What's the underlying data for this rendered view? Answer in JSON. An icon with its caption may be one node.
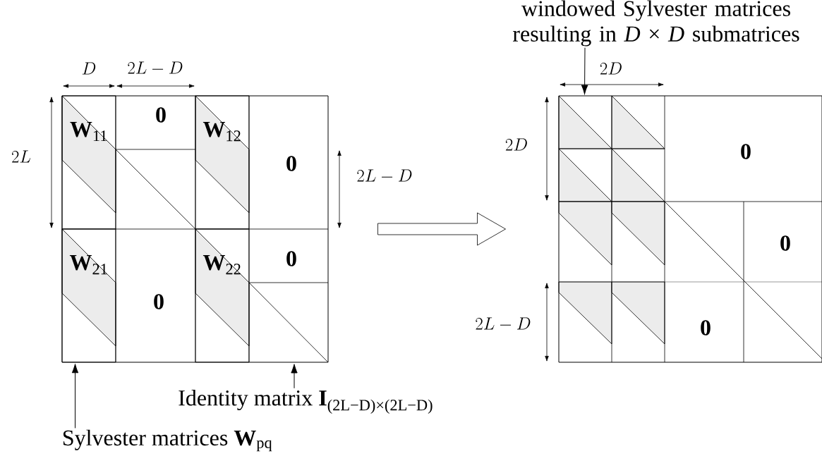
{
  "diagram": {
    "nodes": [
      {
        "text": [],
        "shape": "box"
      },
      {
        "text": [
          "**W**$_{11}$"
        ],
        "in": 0
      },
      {
        "text": [
          "**W**$_{12}$"
        ],
        "in": 0
      },
      {
        "text": [
          "**W**$_{21}$"
        ],
        "in": 0
      },
      {
        "text": [
          "**W**$_{22}$"
        ],
        "in": 0
      },
      {
        "text": [],
        "shape": "box"
      },
      {
        "text": [
          "Sylvester matrices **W**$_{pq}$"
        ]
      },
      {
        "text": [
          "Identity matrix **I**$_{(2L−D)×(2L−D)}$"
        ]
      },
      {
        "text": [
          "windowed Sylvester matrices resulting in *D* × *D* submatrices"
        ]
      }
    ],
    "edges": [
      {
        "from": 0,
        "to": 5,
        "arrow": "to"
      },
      {
        "from": 6,
        "to": 3,
        "arrow": "to"
      },
      {
        "from": 7,
        "to": 0,
        "arrow": "to"
      },
      {
        "from": 8,
        "to": 5,
        "arrow": "to"
      }
    ],
    "labels": [
      "D",
      "2L-D",
      "2D",
      "0",
      "2D",
      "2L",
      "0",
      "0",
      "2L-D",
      "0",
      "0",
      "0",
      "2L-D",
      "0"
    ]
  }
}
